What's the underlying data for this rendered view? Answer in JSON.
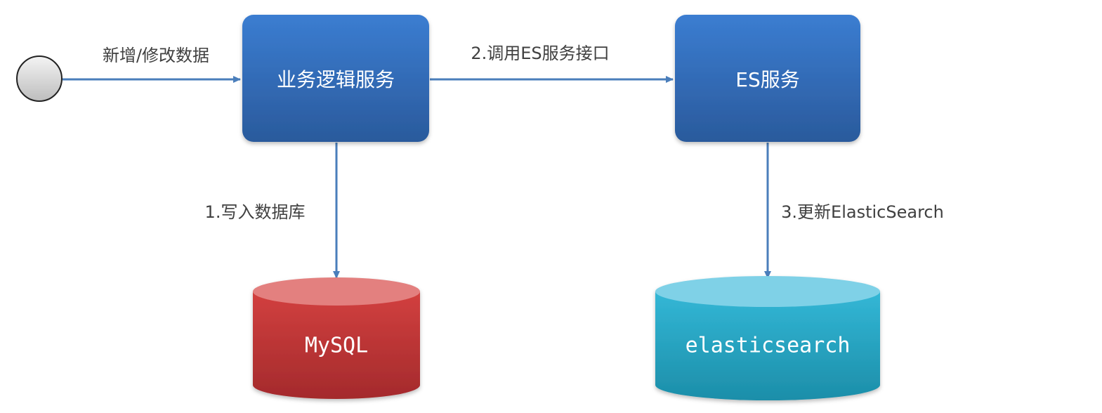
{
  "nodes": {
    "business_service": "业务逻辑服务",
    "es_service": "ES服务",
    "mysql": "MySQL",
    "elasticsearch": "elasticsearch"
  },
  "edges": {
    "start_to_business": "新增/修改数据",
    "business_to_es": "2.调用ES服务接口",
    "business_to_mysql": "1.写入数据库",
    "es_to_elasticsearch": "3.更新ElasticSearch"
  },
  "colors": {
    "service_box": "#2f68b4",
    "arrow": "#4a7ebb",
    "mysql": "#c0393b",
    "elasticsearch": "#2aa9c7",
    "start_node": "#d9d9d9"
  }
}
